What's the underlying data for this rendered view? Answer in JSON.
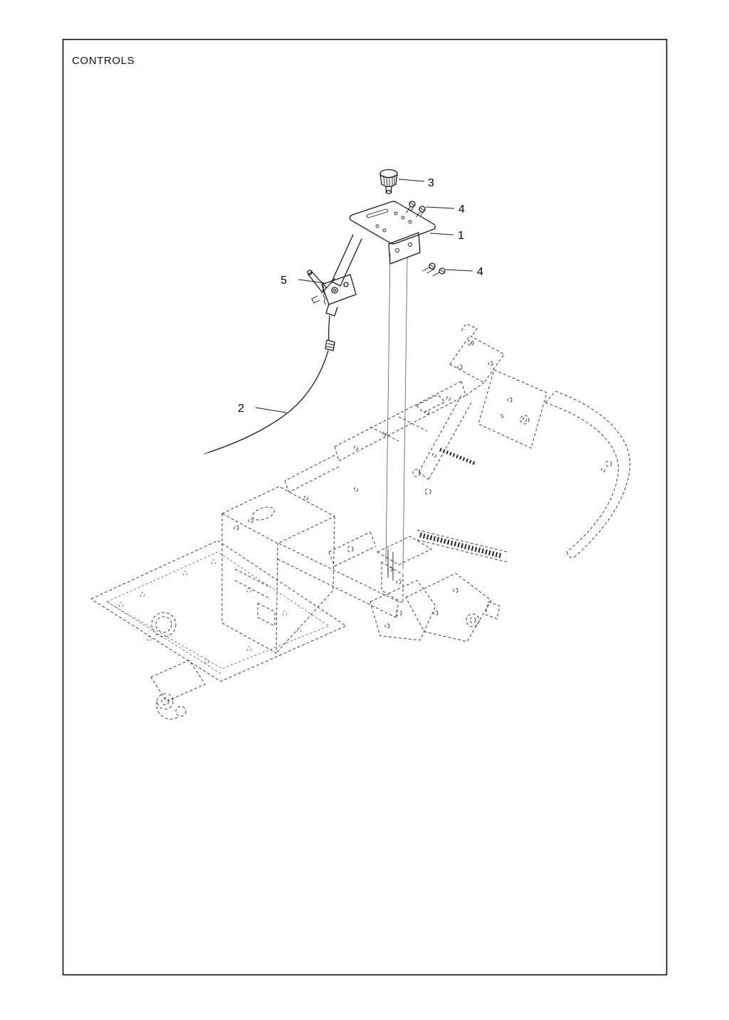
{
  "page": {
    "title": "CONTROLS"
  },
  "diagram": {
    "kind": "exploded-parts-view",
    "callouts": [
      {
        "part": "knob",
        "label": "3"
      },
      {
        "part": "screws-upper",
        "label": "4"
      },
      {
        "part": "mount-plate",
        "label": "1"
      },
      {
        "part": "screws-lower",
        "label": "4"
      },
      {
        "part": "lever",
        "label": "5"
      },
      {
        "part": "cable",
        "label": "2"
      }
    ]
  },
  "colors": {
    "ink": "#1a1a1a",
    "dashed_outline": "#3c3c3c",
    "background": "#ffffff"
  }
}
